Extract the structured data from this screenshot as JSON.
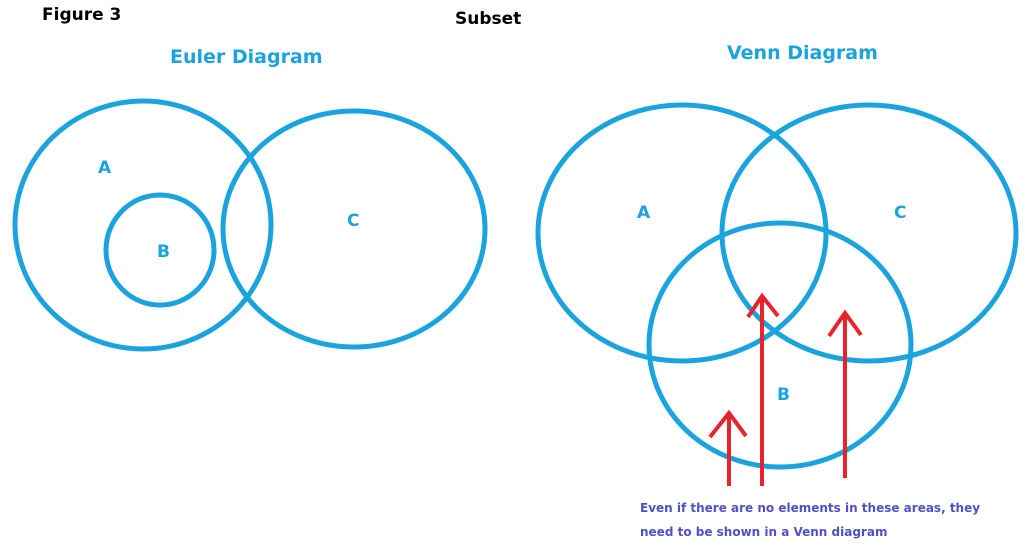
{
  "figure_label": "Figure 3",
  "subtitle": "Subset",
  "colors": {
    "circle": "#1aa3dc",
    "arrow": "#e8232b",
    "note": "#5050c8"
  },
  "euler": {
    "title": "Euler Diagram",
    "sets": [
      {
        "label": "A"
      },
      {
        "label": "B"
      },
      {
        "label": "C"
      }
    ]
  },
  "venn": {
    "title": "Venn Diagram",
    "sets": [
      {
        "label": "A"
      },
      {
        "label": "B"
      },
      {
        "label": "C"
      }
    ]
  },
  "note": {
    "line1": "Even if there are no elements in these areas, they",
    "line2": "need to be shown in a Venn diagram"
  }
}
